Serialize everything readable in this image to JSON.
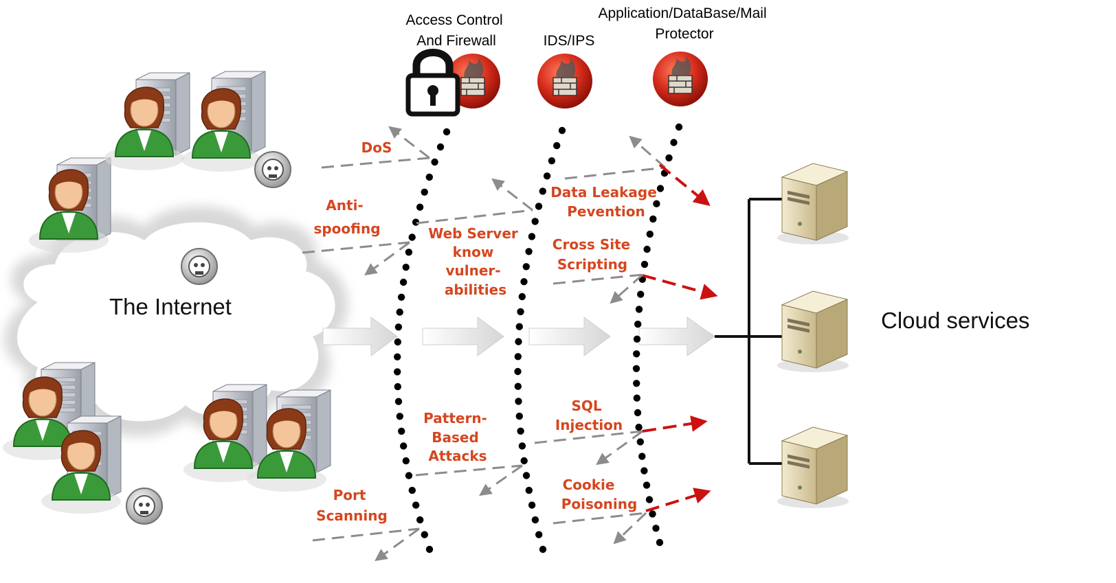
{
  "headers": {
    "firewall": [
      "Access Control",
      "And Firewall"
    ],
    "ids": "IDS/IPS",
    "app": [
      "Application/DataBase/Mail",
      "Protector"
    ]
  },
  "internet_label": "The Internet",
  "cloud_label": "Cloud services",
  "attacks": {
    "dos": [
      "DoS"
    ],
    "antispoof": [
      "Anti-",
      "spoofing"
    ],
    "webserver": [
      "Web Server",
      "know",
      "vulner-",
      "abilities"
    ],
    "dlp": [
      "Data Leakage",
      "Pevention"
    ],
    "xss": [
      "Cross Site",
      "Scripting"
    ],
    "sql": [
      "SQL",
      "Injection"
    ],
    "pattern": [
      "Pattern-",
      "Based",
      "Attacks"
    ],
    "cookie": [
      "Cookie",
      "Poisoning"
    ],
    "port": [
      "Port",
      "Scanning"
    ]
  },
  "colors": {
    "attack_text": "#d5461f",
    "gray_arrow": "#8c8c8c",
    "red_arrow": "#cc1111",
    "shield_red": "#d42a1a",
    "user_green": "#3a9a3a"
  }
}
